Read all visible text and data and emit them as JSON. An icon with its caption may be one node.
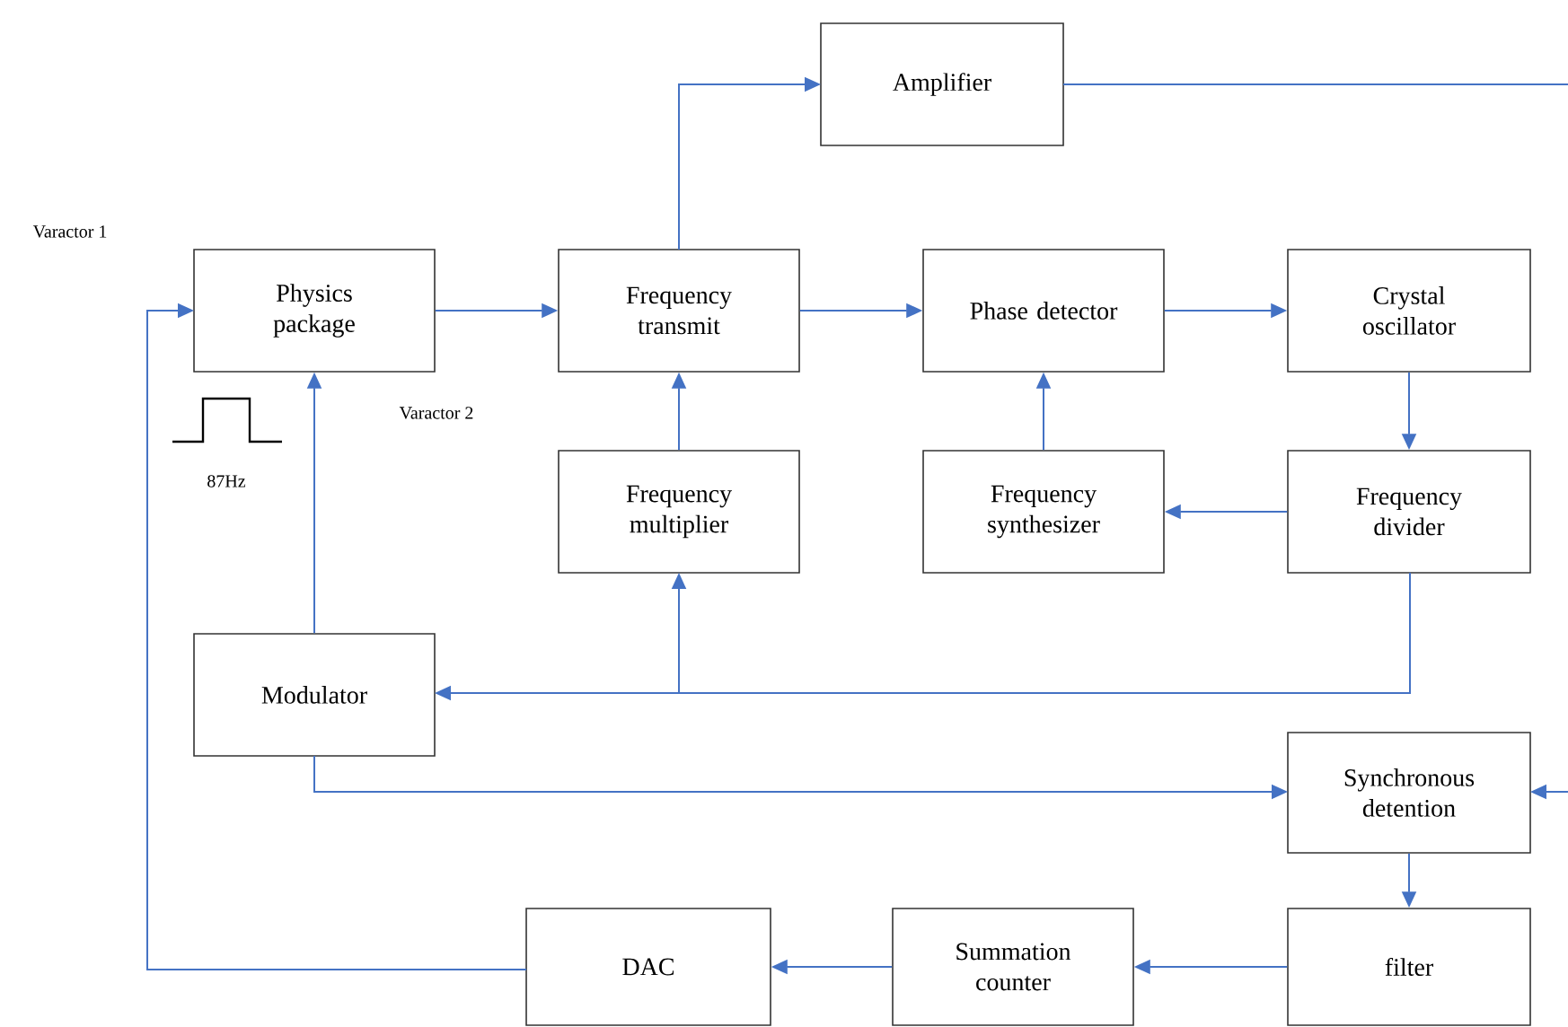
{
  "diagram": {
    "nodes": [
      {
        "text": [
          "Amplifier"
        ]
      },
      {
        "text": [
          "Physics package"
        ]
      },
      {
        "text": [
          "Frequency transmit"
        ]
      },
      {
        "text": [
          "Phase detector"
        ]
      },
      {
        "text": [
          "Crystal oscillator"
        ]
      },
      {
        "text": [
          "Frequency multiplier"
        ]
      },
      {
        "text": [
          "Frequency synthesizer"
        ]
      },
      {
        "text": [
          "Frequency divider"
        ]
      },
      {
        "text": [
          "Modulator"
        ]
      },
      {
        "text": [
          "Synchronous detention"
        ]
      },
      {
        "text": [
          "DAC"
        ]
      },
      {
        "text": [
          "Summation counter"
        ]
      },
      {
        "text": [
          "filter"
        ]
      }
    ],
    "edges": [
      {
        "from": 1,
        "to": 2,
        "arrow": "to"
      },
      {
        "from": 2,
        "to": 3,
        "arrow": "to"
      },
      {
        "from": 3,
        "to": 4,
        "arrow": "to"
      },
      {
        "from": 2,
        "to": 0,
        "arrow": "to"
      },
      {
        "from": 5,
        "to": 2,
        "arrow": "to"
      },
      {
        "from": 6,
        "to": 3,
        "arrow": "to"
      },
      {
        "from": 4,
        "to": 7,
        "arrow": "to"
      },
      {
        "from": 7,
        "to": 6,
        "arrow": "to"
      },
      {
        "from": 7,
        "to": 8,
        "arrow": "to"
      },
      {
        "from": 7,
        "to": 5,
        "arrow": "to"
      },
      {
        "from": 8,
        "to": 1,
        "arrow": "to"
      },
      {
        "from": 8,
        "to": 9,
        "arrow": "to"
      },
      {
        "from": 0,
        "to": null,
        "arrow": "none"
      },
      {
        "from": null,
        "to": 9,
        "arrow": "to"
      },
      {
        "from": 9,
        "to": 12,
        "arrow": "to"
      },
      {
        "from": 12,
        "to": 11,
        "arrow": "to"
      },
      {
        "from": 11,
        "to": 10,
        "arrow": "to"
      },
      {
        "from": 10,
        "to": 1,
        "arrow": "to"
      }
    ],
    "labels": [
      "Varactor 1",
      "Varactor 2",
      "87Hz"
    ]
  }
}
